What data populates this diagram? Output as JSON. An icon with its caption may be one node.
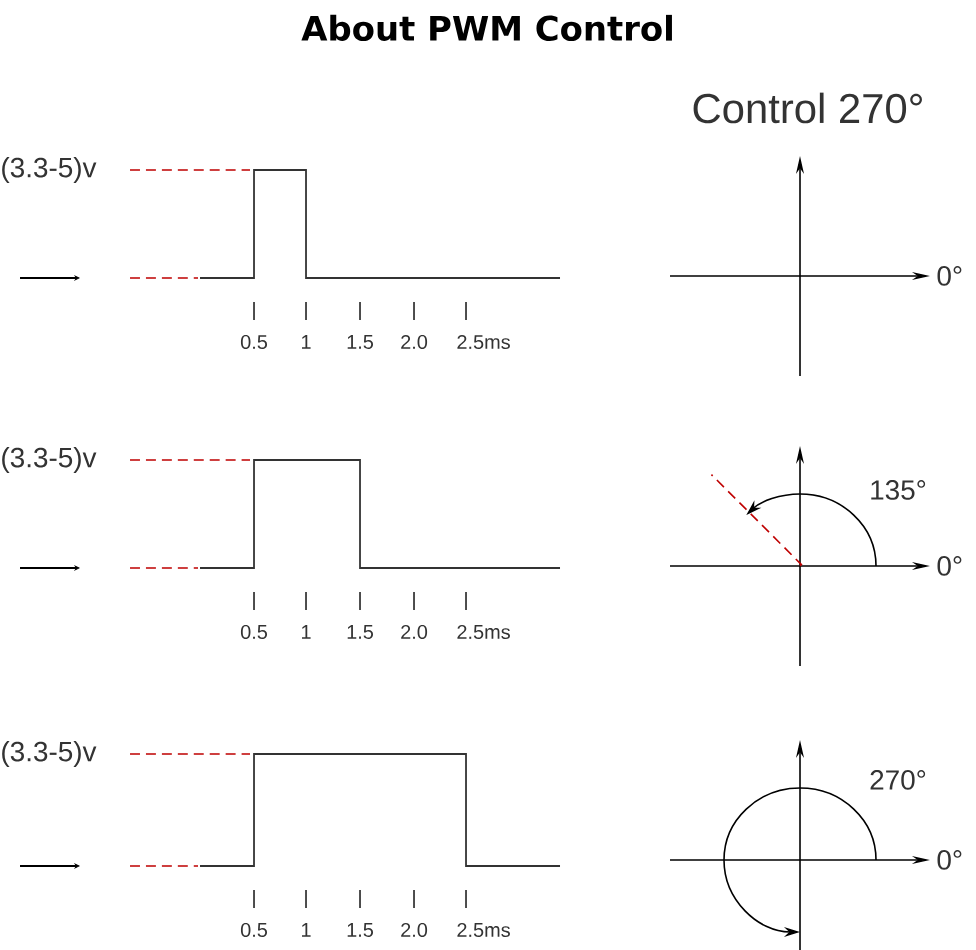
{
  "diagram": {
    "title": "About PWM Control",
    "labels": [
      "Control 270°",
      "(3.3-5)v",
      "0°",
      "0.5",
      "1",
      "1.5",
      "2.0",
      "2.5ms",
      "(3.3-5)v",
      "135°",
      "0°",
      "0.5",
      "1",
      "1.5",
      "2.0",
      "2.5ms",
      "(3.3-5)v",
      "270°",
      "0°",
      "0.5",
      "1",
      "1.5",
      "2.0",
      "2.5ms"
    ]
  }
}
